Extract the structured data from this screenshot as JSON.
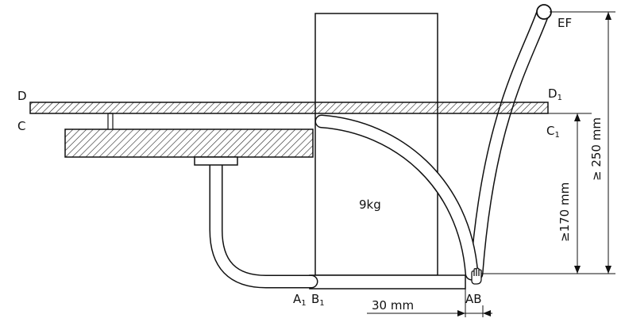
{
  "labels": {
    "D": "D",
    "C": "C",
    "D1": "D",
    "D1_sub": "1",
    "C1": "C",
    "C1_sub": "1",
    "EF": "EF",
    "A1": "A",
    "A1_sub": "1",
    "B1": "B",
    "B1_sub": "1",
    "AB": "AB",
    "mass": "9kg",
    "dim_30": "30 mm",
    "dim_170": "≥170 mm",
    "dim_250": "≥ 250 mm"
  }
}
